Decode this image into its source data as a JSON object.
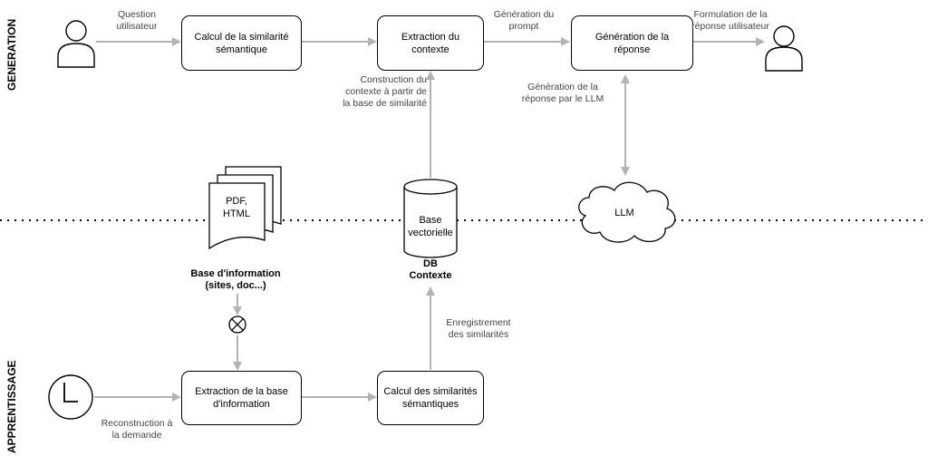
{
  "lanes": {
    "top": "GENERATION",
    "bottom": "APPRENTISSAGE"
  },
  "processes": {
    "calcul_similarite": "Calcul de la similarité\nsémantique",
    "extraction_contexte": "Extraction du\ncontexte",
    "generation_reponse": "Génération de la\nréponse",
    "extraction_base": "Extraction de la base\nd'information",
    "calcul_similarites": "Calcul des similarités\nsémantiques"
  },
  "labels": {
    "question": "Question\nutilisateur",
    "generation_prompt": "Génération du\nprompt",
    "formulation": "Formulation de la\nréponse utilisateur",
    "construction": "Construction du\ncontexte à partir de\nla base de similarité",
    "generation_llm": "Génération de la\nréponse par le LLM",
    "enregistrement": "Enregistrement\ndes similarités",
    "reconstruction": "Reconstruction à\nla demande"
  },
  "documents": {
    "inner": "PDF,\nHTML",
    "caption": "Base d'information\n(sites, doc...)"
  },
  "database": {
    "inner": "Base\nvectorielle",
    "caption": "DB\nContexte"
  },
  "cloud": {
    "label": "LLM"
  },
  "colors": {
    "arrow": "#b3b3b3",
    "stroke": "#000000",
    "label_text": "#444444"
  },
  "icons": [
    "user-icon",
    "user-icon",
    "clock-icon",
    "document-stack-icon",
    "database-icon",
    "cloud-icon",
    "gateway-x-icon"
  ]
}
